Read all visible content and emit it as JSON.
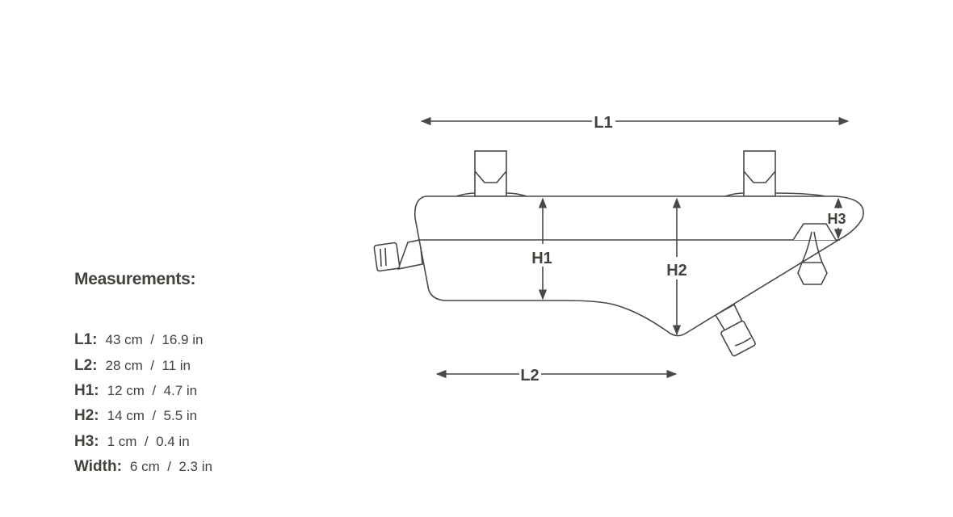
{
  "measurements": {
    "title": "Measurements:",
    "rows": [
      {
        "label": "L1:",
        "value": "43 cm  /  16.9 in"
      },
      {
        "label": "L2:",
        "value": "28 cm  /  11 in"
      },
      {
        "label": "H1:",
        "value": "12 cm  /  4.7 in"
      },
      {
        "label": "H2:",
        "value": "14 cm  /  5.5 in"
      },
      {
        "label": "H3:",
        "value": "1 cm  /  0.4 in"
      },
      {
        "label": "Width:",
        "value": "6 cm  /  2.3 in"
      }
    ]
  },
  "diagram": {
    "labels": {
      "l1": "L1",
      "l2": "L2",
      "h1": "H1",
      "h2": "H2",
      "h3": "H3"
    },
    "line_color": "#4a4742"
  }
}
